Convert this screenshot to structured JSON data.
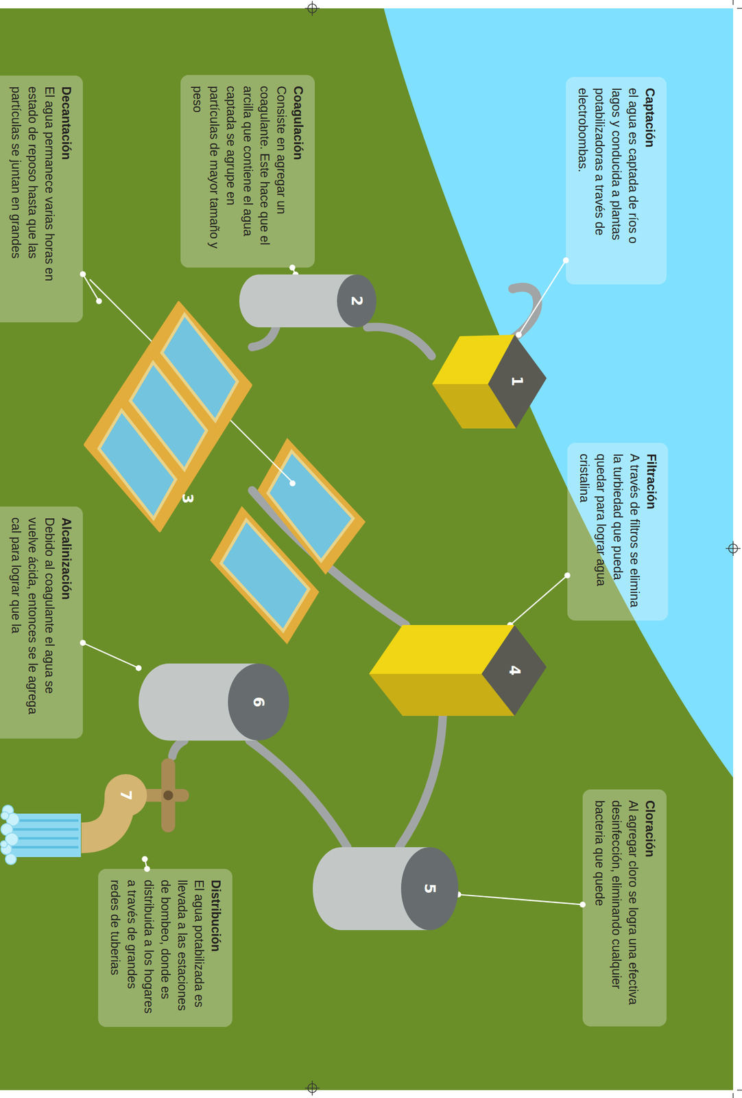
{
  "diagram": {
    "nodes": [
      {
        "text": [
          "Captación",
          "el agua es captada de ríos o lagos y conducida a plantas potabilizadoras a través de electrobombas."
        ]
      },
      {
        "text": [
          "Coagulación",
          "Consiste en agregar un coagulante. Este hace que el arcilla que contiene el agua captada se agrupe en partículas de mayor tamaño y peso"
        ]
      },
      {
        "text": [
          "Decantación",
          "El agua permanece varias horas en estado de reposo hasta que las partículas se juntan en grandes"
        ]
      },
      {
        "text": [
          "1"
        ]
      },
      {
        "text": [
          "2"
        ]
      },
      {
        "text": [
          "3"
        ]
      },
      {
        "text": [
          "Filtración",
          "A través de filtros se elimina la turbiedad que pueda quedar para lograr agua cristalina"
        ]
      },
      {
        "text": [
          "Alcalinización",
          "Debido al coagulante el agua se vuelve ácida, entonces se le agrega cal para lograr que la"
        ]
      },
      {
        "text": [
          "4"
        ]
      },
      {
        "text": [
          "6"
        ]
      },
      {
        "text": [
          "7"
        ]
      },
      {
        "text": [
          "Cloración",
          "Al agregar cloro se logra una efectiva desinfección, eliminando cualquier bacteria que quede"
        ]
      },
      {
        "text": [
          "Distribución",
          "El agua potabilizada es llevada a las estaciones de bombeo, donde es distribuida a los hogares a través de grandes redes de tuberias"
        ]
      },
      {
        "text": [
          "5"
        ]
      }
    ],
    "edges": [
      {
        "from": 3,
        "to": 4,
        "arrow": "none"
      },
      {
        "from": 4,
        "to": 5,
        "arrow": "none"
      },
      {
        "from": 5,
        "to": 8,
        "arrow": "none"
      },
      {
        "from": 8,
        "to": 13,
        "arrow": "none"
      },
      {
        "from": 13,
        "to": 9,
        "arrow": "none"
      },
      {
        "from": 9,
        "to": 10,
        "arrow": "none"
      },
      {
        "from": 0,
        "to": 3,
        "arrow": "none"
      },
      {
        "from": 1,
        "to": 4,
        "arrow": "none"
      },
      {
        "from": 2,
        "to": 5,
        "arrow": "none"
      },
      {
        "from": 6,
        "to": 8,
        "arrow": "none"
      },
      {
        "from": 7,
        "to": 9,
        "arrow": "none"
      },
      {
        "from": 11,
        "to": 13,
        "arrow": "none"
      },
      {
        "from": 12,
        "to": 10,
        "arrow": "none"
      }
    ]
  }
}
